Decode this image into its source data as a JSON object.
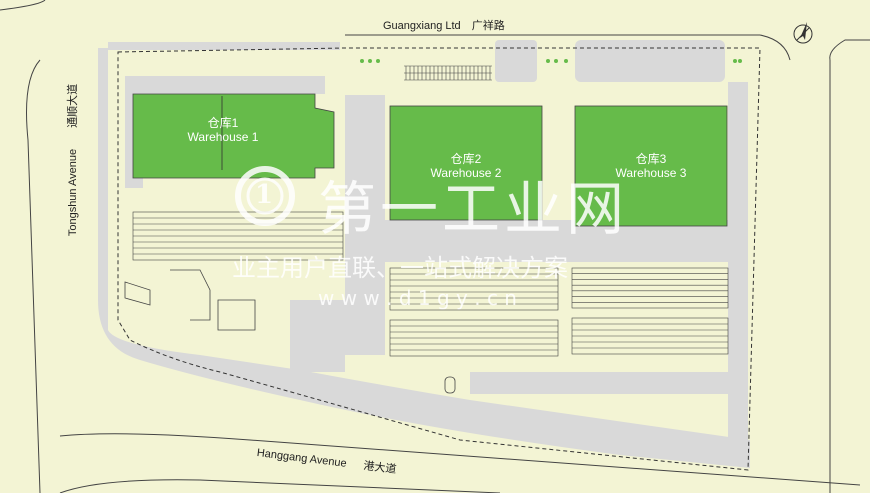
{
  "colors": {
    "background": "#f3f4d4",
    "road": "#d9d9d9",
    "warehouse": "#66bb4a",
    "outline": "#333333",
    "watermark": "#ffffff"
  },
  "roads": {
    "north": {
      "en": "Guangxiang Ltd",
      "cn": "广祥路"
    },
    "west": {
      "en": "Tongshun Avenue",
      "cn": "通顺大道"
    },
    "south": {
      "en": "Hanggang Avenue",
      "cn": "港大道"
    }
  },
  "warehouses": [
    {
      "cn": "仓库1",
      "en": "Warehouse 1"
    },
    {
      "cn": "仓库2",
      "en": "Warehouse 2"
    },
    {
      "cn": "仓库3",
      "en": "Warehouse 3"
    }
  ],
  "watermark": {
    "logo_glyph": "1",
    "title": "第一工业网",
    "slogan": "业主用户直联、一站式解决方案",
    "url": "w w w . d 1 g y . c n"
  },
  "icons": {
    "north_arrow": "compass-north-arrow-icon"
  }
}
